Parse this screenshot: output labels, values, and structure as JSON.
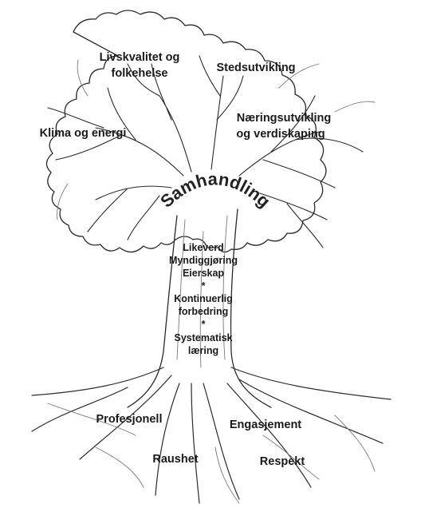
{
  "canopy_labels": {
    "livskvalitet_line1": "Livskvalitet og",
    "livskvalitet_line2": "folkehelse",
    "stedsutvikling": "Stedsutvikling",
    "klima": "Klima og energi",
    "naering_line1": "Næringsutvikling",
    "naering_line2": "og verdiskaping"
  },
  "center_arc_label": "Samhandling",
  "trunk_labels": {
    "line1": "Likeverd",
    "line2": "Myndiggjøring",
    "line3": "Eierskap",
    "sep1": "*",
    "line4": "Kontinuerlig",
    "line5": "forbedring",
    "sep2": "*",
    "line6": "Systematisk",
    "line7": "læring"
  },
  "root_labels": {
    "profesjonell": "Profesjonell",
    "engasjement": "Engasjement",
    "raushet": "Raushet",
    "respekt": "Respekt"
  },
  "colors": {
    "ink": "#2b2b2b",
    "background": "#ffffff"
  }
}
